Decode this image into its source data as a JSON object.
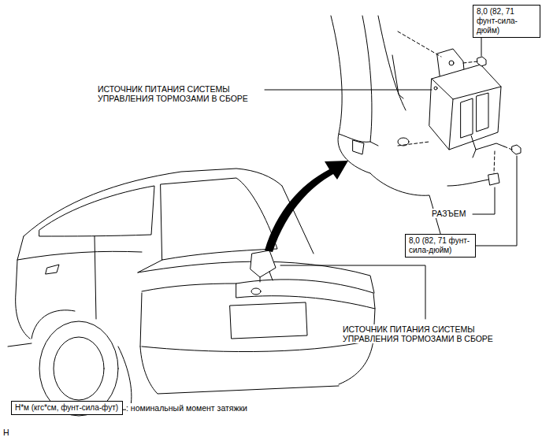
{
  "diagram": {
    "nodes": [
      {
        "text": [
          "8,0 (82, 71 фунт-сила-дюйм)"
        ]
      },
      {
        "text": [
          "8,0 (82, 71 фунт-сила-дюйм)"
        ]
      },
      {
        "text": [
          "Н*м (кгс*см, фунт-сила-фут)"
        ]
      }
    ],
    "labels": [
      "ИСТОЧНИК ПИТАНИЯ СИСТЕМЫ УПРАВЛЕНИЯ ТОРМОЗАМИ В СБОРЕ",
      "РАЗЪЕМ",
      "ИСТОЧНИК ПИТАНИЯ СИСТЕМЫ УПРАВЛЕНИЯ ТОРМОЗАМИ В СБОРЕ",
      ": номинальный момент затяжки",
      "H"
    ]
  }
}
